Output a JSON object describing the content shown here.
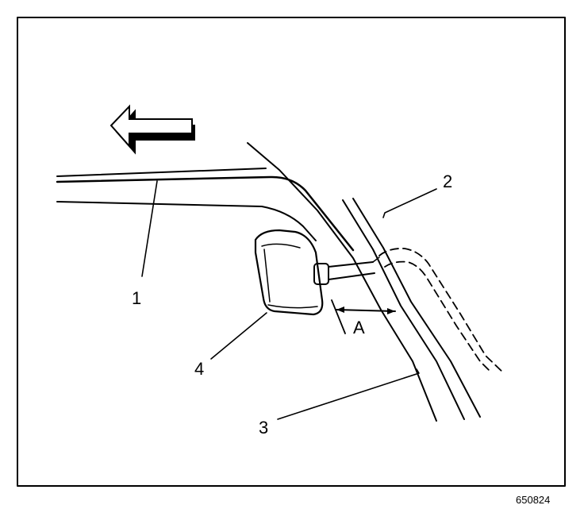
{
  "callouts": {
    "c1": "1",
    "c2": "2",
    "c3": "3",
    "c4": "4"
  },
  "dimension_label": "A",
  "figure_id": "650824",
  "colors": {
    "ink": "#000000",
    "background": "#ffffff"
  },
  "icons": {
    "direction_arrow": "left-arrow-icon"
  }
}
